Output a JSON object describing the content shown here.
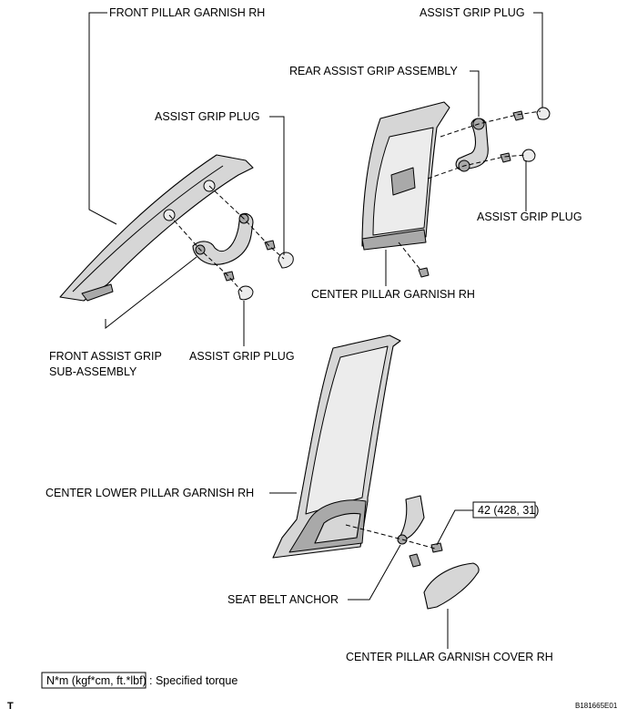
{
  "labels": {
    "front_pillar_garnish": "FRONT PILLAR GARNISH RH",
    "assist_grip_plug_top_right": "ASSIST GRIP PLUG",
    "rear_assist_grip_assembly": "REAR ASSIST GRIP ASSEMBLY",
    "assist_grip_plug_front_upper": "ASSIST GRIP PLUG",
    "assist_grip_plug_rear_lower": "ASSIST GRIP PLUG",
    "center_pillar_garnish": "CENTER PILLAR GARNISH RH",
    "front_assist_grip_line1": "FRONT ASSIST GRIP",
    "front_assist_grip_line2": "SUB-ASSEMBLY",
    "assist_grip_plug_front_lower": "ASSIST GRIP PLUG",
    "center_lower_pillar_garnish": "CENTER LOWER PILLAR GARNISH RH",
    "seat_belt_anchor": "SEAT BELT ANCHOR",
    "center_pillar_garnish_cover": "CENTER PILLAR GARNISH COVER RH",
    "torque_value": "42 (428, 31)"
  },
  "legend": {
    "unit_box": "N*m (kgf*cm, ft.*lbf)",
    "unit_text": ": Specified torque"
  },
  "footer": {
    "section_letter": "T",
    "figure_code": "B181665E01"
  }
}
